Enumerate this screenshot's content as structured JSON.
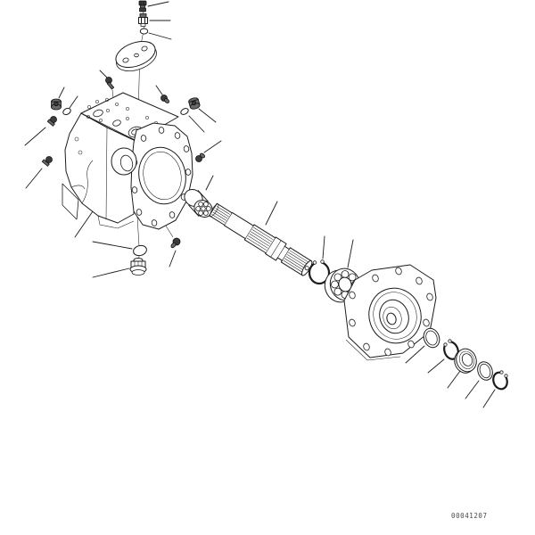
{
  "document": {
    "type": "exploded-parts-diagram",
    "figure_number": "00041207"
  },
  "colors": {
    "background": "#ffffff",
    "line": "#1c1c1c",
    "dark_fill": "#3c3c3c",
    "mid_fill": "#6a6a6a",
    "figure_number_text": "#4a4a4a"
  },
  "parts": [
    {
      "id": "breather-valve"
    },
    {
      "id": "hex-plug-top"
    },
    {
      "id": "o-ring-top"
    },
    {
      "id": "cover-plate"
    },
    {
      "id": "pump-housing"
    },
    {
      "id": "bolt-top"
    },
    {
      "id": "socket-plug-left"
    },
    {
      "id": "o-ring-left"
    },
    {
      "id": "bolt-left-mid"
    },
    {
      "id": "bolt-left-lower"
    },
    {
      "id": "bolt-top-right"
    },
    {
      "id": "socket-plug-right"
    },
    {
      "id": "o-ring-right"
    },
    {
      "id": "bolt-right-mid"
    },
    {
      "id": "bolt-bottom"
    },
    {
      "id": "o-ring-bottom"
    },
    {
      "id": "drain-plug-bottom"
    },
    {
      "id": "roller-bearing"
    },
    {
      "id": "drive-shaft"
    },
    {
      "id": "snap-ring-front"
    },
    {
      "id": "ball-bearing"
    },
    {
      "id": "end-cover"
    },
    {
      "id": "backup-ring"
    },
    {
      "id": "snap-ring-mid"
    },
    {
      "id": "oil-seal"
    },
    {
      "id": "o-ring-rear"
    },
    {
      "id": "snap-ring-rear"
    }
  ]
}
